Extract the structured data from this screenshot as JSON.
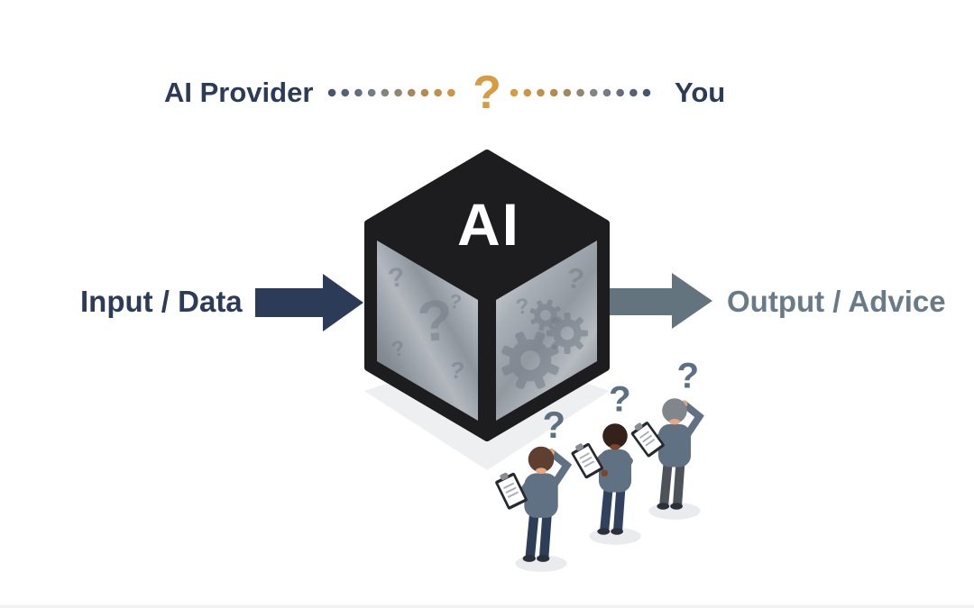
{
  "header": {
    "left_label": "AI Provider",
    "center_symbol": "?",
    "right_label": "You"
  },
  "flow": {
    "input_label": "Input / Data",
    "output_label": "Output / Advice"
  },
  "cube": {
    "top_label": "AI",
    "face_symbol": "?"
  },
  "people": [
    {
      "id": "analyst-front",
      "question_mark": "?"
    },
    {
      "id": "analyst-middle",
      "question_mark": "?"
    },
    {
      "id": "analyst-back",
      "question_mark": "?"
    }
  ],
  "colors": {
    "navy": "#2c3b58",
    "slate": "#697a88",
    "arrow_slate": "#64747f",
    "gold": "#d79c3f",
    "cube_black": "#1d1d1f",
    "white": "#ffffff",
    "face_symbol": "#747b85",
    "cube_shadow": "#edeff1",
    "ground_shadow": "#e9ebee",
    "sweater": "#5f7183",
    "pants_a": "#2e3e58",
    "pants_b": "#31415e",
    "pants_c": "#4e535a",
    "skin_a": "#e8a87e",
    "skin_b": "#7d4426",
    "hair_a": "#5f4030",
    "hair_b": "#33211a",
    "hair_c": "#81868d",
    "clipboard": "#26292e",
    "paper": "#ffffff",
    "paper_line": "#a9afb6",
    "clip": "#878d94",
    "person_qmark": "#5d7081",
    "shoe": "#2c3038",
    "dot_dark": "#46556b",
    "dot_mid": "#7b828b",
    "dot_gold": "#d79c3f",
    "artifact": "#f1f2f3"
  }
}
